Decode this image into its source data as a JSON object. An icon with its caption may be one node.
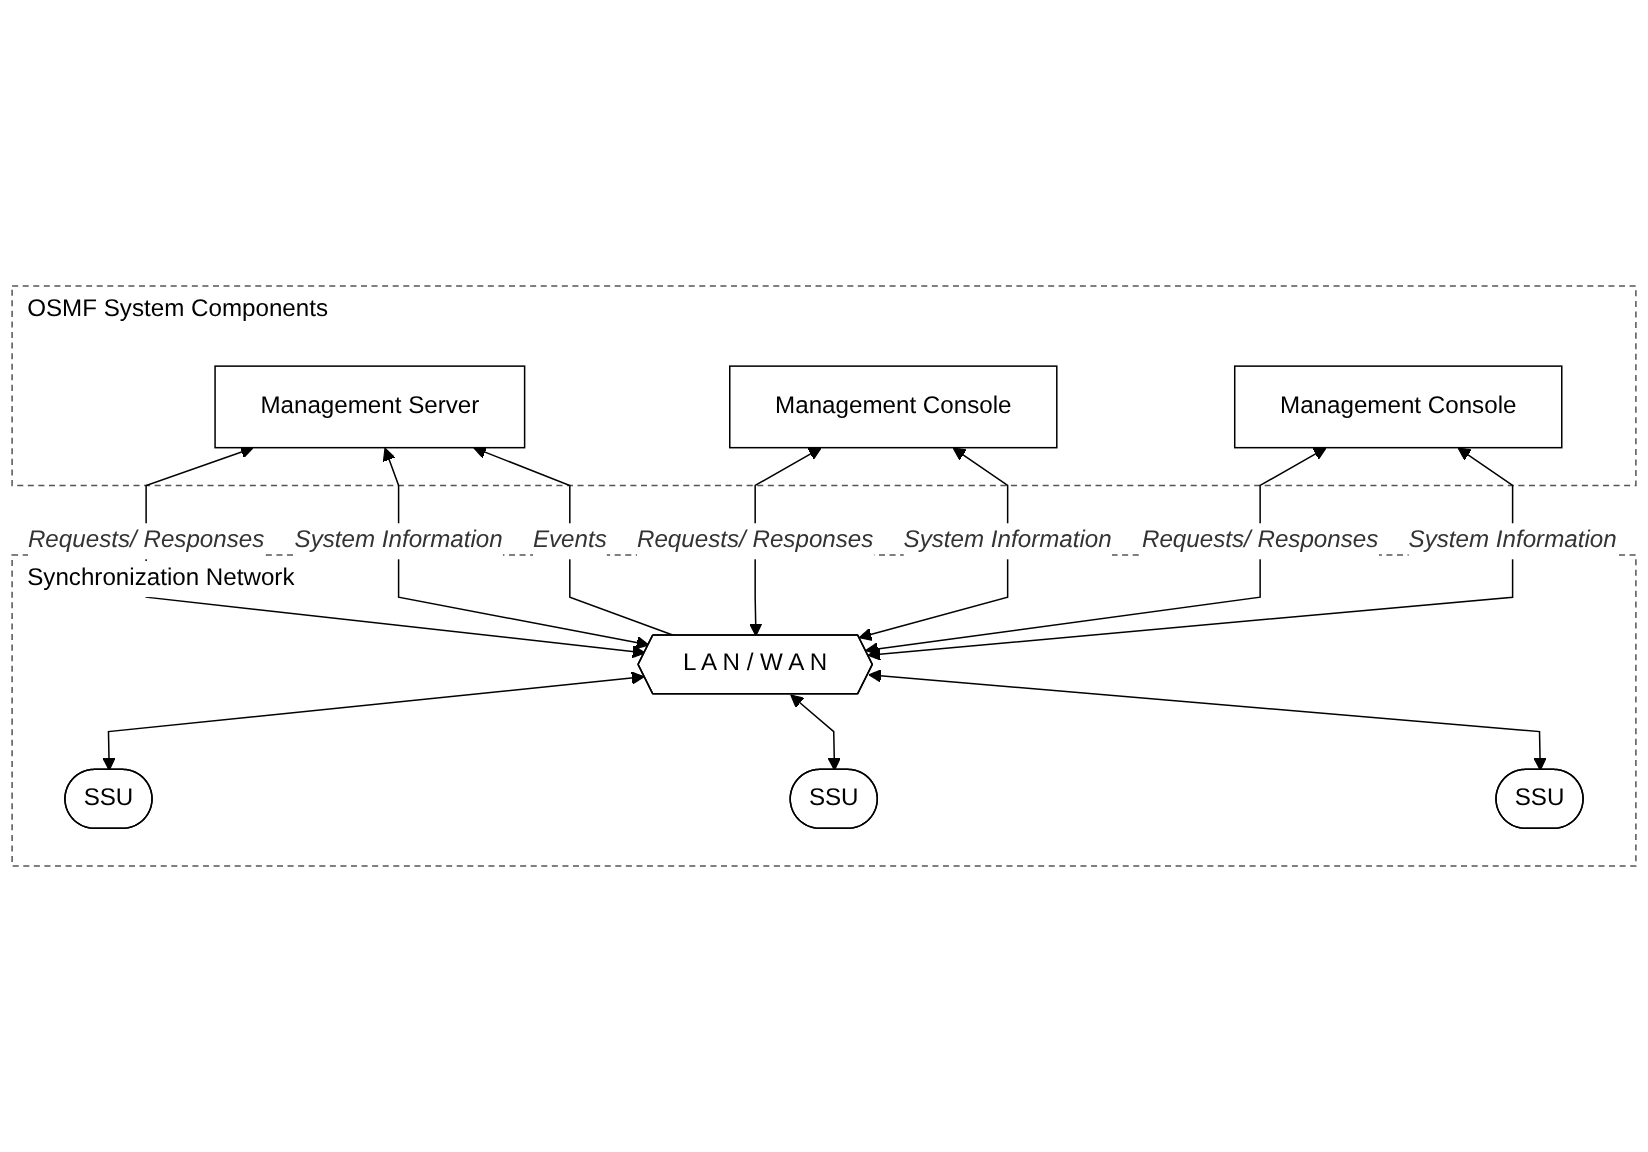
{
  "diagram": {
    "nodes": [
      {
        "text": [
          "OSMF System Components"
        ]
      },
      {
        "text": [
          "Management Server"
        ],
        "in": 0
      },
      {
        "text": [
          "Management Console"
        ],
        "in": 0
      },
      {
        "text": [
          "Management Console"
        ],
        "in": 0
      },
      {
        "text": [
          "Synchronization Network"
        ]
      },
      {
        "text": [
          "L A N / W A N"
        ],
        "in": 4
      },
      {
        "text": [
          "SSU"
        ],
        "in": 4
      },
      {
        "text": [
          "SSU"
        ],
        "in": 4
      },
      {
        "text": [
          "SSU"
        ],
        "in": 4
      }
    ],
    "edges": [
      {
        "from": 5,
        "to": 1,
        "arrow": "to",
        "label": "Events"
      },
      {
        "from": 1,
        "to": 5,
        "arrow": "both",
        "label": "Requests/ Responses"
      },
      {
        "from": 1,
        "to": 5,
        "arrow": "both",
        "label": "System Information"
      },
      {
        "from": 2,
        "to": 5,
        "arrow": "both",
        "label": "Requests/ Responses"
      },
      {
        "from": 2,
        "to": 5,
        "arrow": "both",
        "label": "System Information"
      },
      {
        "from": 3,
        "to": 5,
        "arrow": "both",
        "label": "Requests/ Responses"
      },
      {
        "from": 3,
        "to": 5,
        "arrow": "both",
        "label": "System Information"
      },
      {
        "from": 5,
        "to": 6,
        "arrow": "both"
      },
      {
        "from": 5,
        "to": 7,
        "arrow": "both"
      },
      {
        "from": 5,
        "to": 8,
        "arrow": "both"
      }
    ]
  }
}
